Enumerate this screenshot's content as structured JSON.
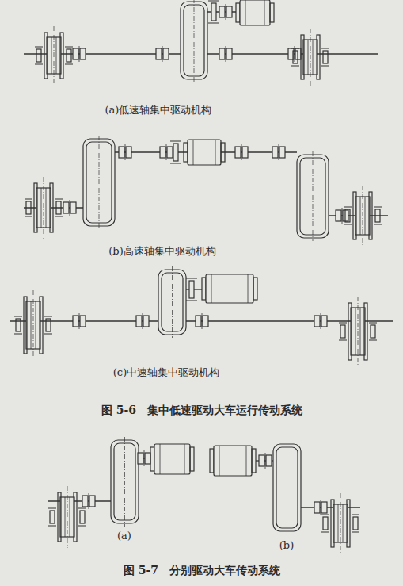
{
  "diagram": {
    "labels": [
      "(a)低速轴集中驱动机构",
      "(b)高速轴集中驱动机构",
      "(c)中速轴集中驱动机构",
      "图 5-6　集中低速驱动大车运行传动系统",
      "(a)",
      "(b)",
      "图 5-7　分别驱动大车传动系统"
    ]
  }
}
